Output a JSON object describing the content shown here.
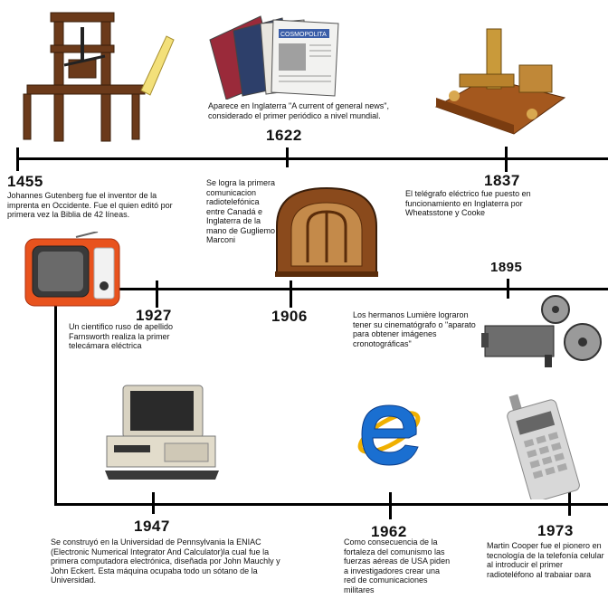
{
  "events": [
    {
      "year": "1455",
      "text": "Johannes Gutenberg fue el inventor de la imprenta en Occidente. Fue el quien editó por primera vez la Biblia de 42 líneas."
    },
    {
      "year": "1622",
      "text": "Aparece en Inglaterra \"A current of general news\", considerado el primer periódico a nivel mundial."
    },
    {
      "year": "1837",
      "text": "El telégrafo eléctrico fue puesto en funcionamiento en Inglaterra por Wheatsstone y Cooke"
    },
    {
      "year": "1906",
      "text": "Se logra la primera comunicacion radiotelefónica entre Canadá e Inglaterra de la mano de Gugliemo Marconi"
    },
    {
      "year": "1895",
      "text": "Los hermanos Lumière lograron tener su cinematógrafo o \"aparato para obtener imágenes cronotográficas\""
    },
    {
      "year": "1927",
      "text": "Un cientifico ruso de apellido Farnsworth realiza la primer telecámara eléctrica"
    },
    {
      "year": "1947",
      "text": "Se construyó en la Universidad de Pennsylvania la ENIAC (Electronic Numerical Integrator And Calculator)la cual fue la primera computadora electrónica, diseñada por John Mauchly y John Eckert. Esta máquina ocupaba todo un sótano de la Universidad."
    },
    {
      "year": "1962",
      "text": "Como consecuencia de la fortaleza del comunismo las fuerzas aéreas de USA piden a investigadores crear una red de comunicaciones militares"
    },
    {
      "year": "1973",
      "text": "Martin Cooper fue el pionero en tecnología de la telefonía celular al introducir el primer radioteléfono al trabajar para Motorola"
    }
  ],
  "newspaper_masthead": "COSMOPOLITA",
  "colors": {
    "line": "#000000",
    "tv": "#e8531e",
    "ie": "#1a6fd1",
    "wood": "#8a4a1c"
  }
}
